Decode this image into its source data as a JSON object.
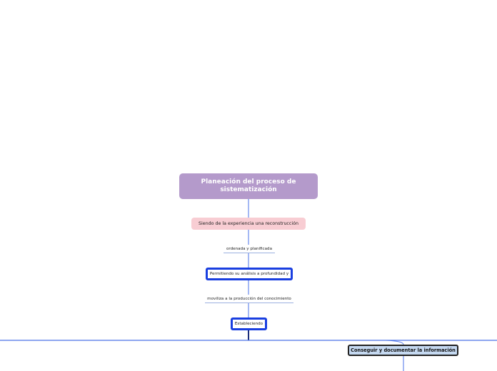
{
  "mindmap": {
    "root": {
      "label": "Planeación del proceso de sistematización"
    },
    "nodes": [
      {
        "id": "reconstruccion",
        "label": "Siendo de la experiencia una reconstrucción"
      },
      {
        "id": "ordenada",
        "label": "ordenada y planificada"
      },
      {
        "id": "analisis",
        "label": "Permitiendo su análisis a profundidad y"
      },
      {
        "id": "moviliza",
        "label": "moviliza a la producción del conocimiento"
      },
      {
        "id": "estableciendo",
        "label": "Estableciendo"
      },
      {
        "id": "conseguir",
        "label": "Conseguir y documentar la información"
      }
    ]
  },
  "colors": {
    "root_fill": "#b49acb",
    "pink_fill": "#f8cdd3",
    "blue_border": "#1a3fe0",
    "connector": "#4a72e8",
    "dark_fill": "#c5d9f1"
  }
}
